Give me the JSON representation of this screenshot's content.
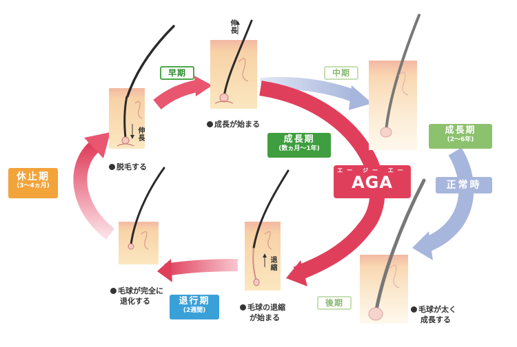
{
  "phases": {
    "rest": {
      "label": "休止期",
      "sub": "(3〜4ヵ月)",
      "color": "#f2a33a"
    },
    "early": {
      "label": "早期",
      "color": "#4aa84a"
    },
    "middle": {
      "label": "中期",
      "color": "#a8cf8c"
    },
    "growth": {
      "label": "成長期",
      "sub": "(2〜6年)",
      "color": "#8cc16e"
    },
    "growth_aga": {
      "label": "成長期",
      "sub": "(数ヵ月〜1年)",
      "color": "#3f9e3f"
    },
    "late": {
      "label": "後期",
      "color": "#a8cf8c"
    },
    "regression": {
      "label": "退行期",
      "sub": "(2週間)",
      "color": "#3aa0d8"
    }
  },
  "aga": {
    "furigana": "エー ジー エー",
    "label": "AGA",
    "color": "#e03f5c"
  },
  "normal": {
    "label": "正常時",
    "color": "#a7b6dc"
  },
  "captions": {
    "shedding": "脱毛する",
    "growth_start": "成長が始まる",
    "bulb_shrink_line1": "毛球の退縮",
    "bulb_shrink_line2": "が始まる",
    "bulb_complete_line1": "毛球が完全に",
    "bulb_complete_line2": "退化する",
    "bulb_thick_line1": "毛球が太く",
    "bulb_thick_line2": "成長する"
  },
  "annotations": {
    "grow_top": "伸長",
    "grow_left": "伸長",
    "retract": "退縮"
  }
}
